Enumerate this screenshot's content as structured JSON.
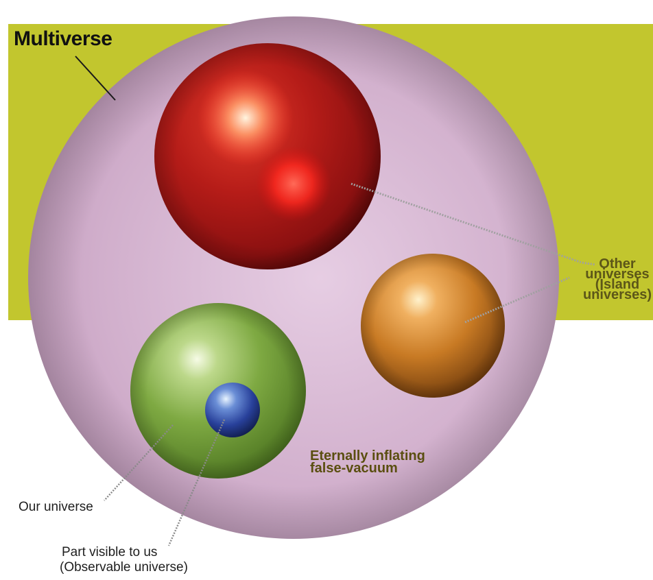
{
  "labels": {
    "title": "Multiverse",
    "other_universes": [
      "Other",
      "universes",
      "(Island",
      "universes)"
    ],
    "false_vacuum": [
      "Eternally inflating",
      "false-vacuum"
    ],
    "our_universe": "Our universe",
    "observable": [
      "Part visible to us",
      "(Observable universe)"
    ]
  },
  "colors": {
    "band": "#c2c62e",
    "multiverse": "#cea8c9",
    "red_universe": "#9c1414",
    "orange_universe": "#c46e1e",
    "green_universe": "#6a9c34",
    "blue_universe": "#243c84"
  }
}
